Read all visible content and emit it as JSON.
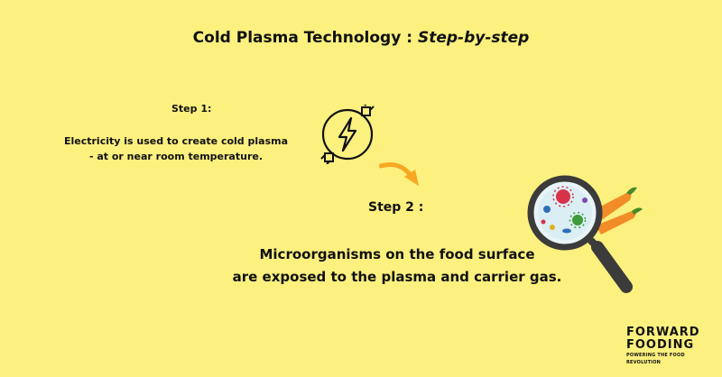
{
  "title": {
    "main": "Cold Plasma Technology : ",
    "emphasis": "Step-by-step"
  },
  "step1": {
    "heading": "Step 1:",
    "text": "Electricity is used to create cold plasma - at or near room temperature.",
    "icon": "electricity-icon"
  },
  "step2": {
    "heading": "Step 2 :",
    "line1": "Microorganisms on the food surface",
    "line2": "are exposed to the plasma and carrier gas.",
    "icon": "magnifier-microbes-icon"
  },
  "logo": {
    "line1": "FORWARD",
    "line2": "FOODING",
    "tagline": "POWERING THE FOOD REVOLUTION"
  },
  "colors": {
    "background": "#fcf07f",
    "arrow": "#f7a823",
    "text": "#111111"
  }
}
